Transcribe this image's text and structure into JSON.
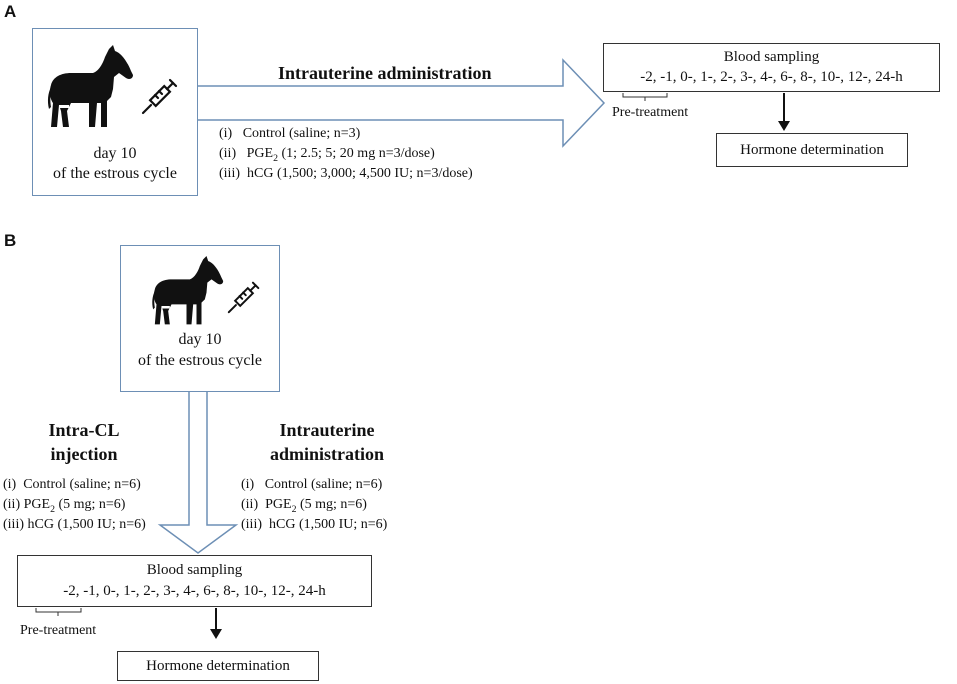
{
  "panel_a": {
    "label": "A",
    "mare_box": {
      "line1": "day 10",
      "line2": "of the estrous cycle"
    },
    "arrow_title": "Intrauterine administration",
    "treatments": [
      {
        "num": "(i)",
        "text": "Control (saline;  n=3)"
      },
      {
        "num": "(ii)",
        "pre": "PGE",
        "sub": "2",
        "text": " (1; 2.5; 5; 20 mg  n=3/dose)"
      },
      {
        "num": "(iii)",
        "text": "hCG (1,500; 3,000; 4,500 IU; n=3/dose)"
      }
    ],
    "blood_title": "Blood sampling",
    "blood_times": "-2, -1, 0-, 1-, 2-, 3-, 4-, 6-, 8-, 10-, 12-, 24-h",
    "pretreatment": "Pre-treatment",
    "hormone": "Hormone determination"
  },
  "panel_b": {
    "label": "B",
    "mare_box": {
      "line1": "day 10",
      "line2": "of the estrous cycle"
    },
    "left_title": {
      "line1": "Intra-CL",
      "line2": "injection"
    },
    "right_title": {
      "line1": "Intrauterine",
      "line2": "administration"
    },
    "left_treatments": [
      {
        "num": "(i)",
        "text": "Control (saline;  n=6)"
      },
      {
        "num": "(ii)",
        "pre": "PGE",
        "sub": "2",
        "text": " (5 mg;  n=6)"
      },
      {
        "num": "(iii)",
        "text": "hCG (1,500 IU; n=6)"
      }
    ],
    "right_treatments": [
      {
        "num": "(i)",
        "text": "Control (saline;  n=6)"
      },
      {
        "num": "(ii)",
        "pre": "PGE",
        "sub": "2",
        "text": " (5 mg;  n=6)"
      },
      {
        "num": "(iii)",
        "text": "hCG (1,500 IU; n=6)"
      }
    ],
    "blood_title": "Blood sampling",
    "blood_times": "-2, -1, 0-, 1-, 2-, 3-, 4-, 6-, 8-, 10-, 12-, 24-h",
    "pretreatment": "Pre-treatment",
    "hormone": "Hormone determination"
  },
  "colors": {
    "arrow_stroke": "#6d8fb5",
    "box_border": "#333333"
  },
  "icons": [
    "horse-icon",
    "syringe-icon",
    "down-arrow-icon"
  ]
}
